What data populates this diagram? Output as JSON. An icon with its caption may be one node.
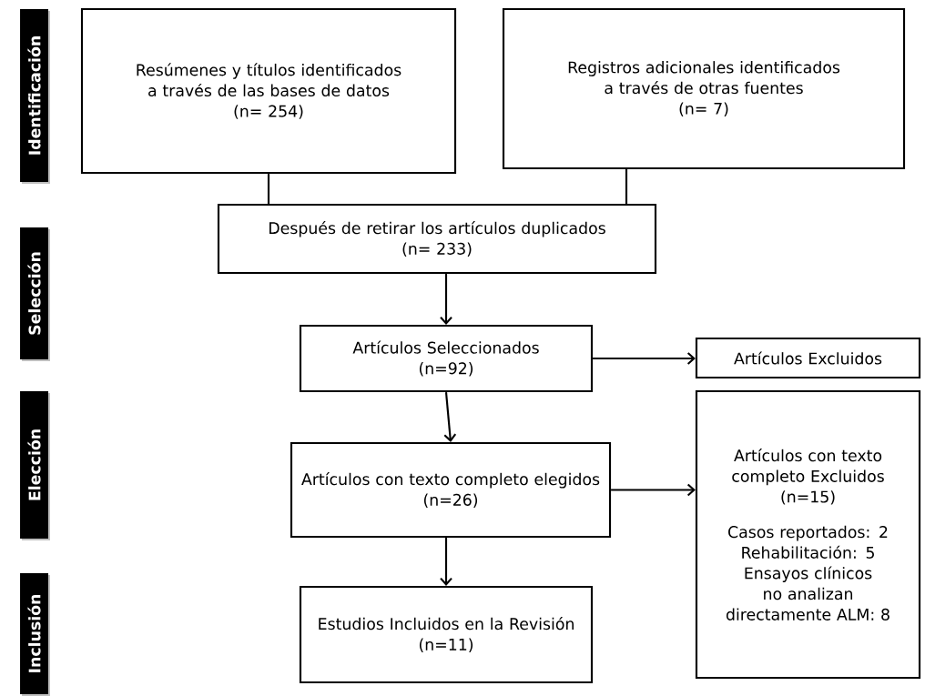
{
  "diagram": {
    "nodes": [
      {
        "text": [
          "Identificación"
        ]
      },
      {
        "text": [
          "Resúmenes y títulos identificados a través de las bases de datos",
          "(n= 254)"
        ]
      },
      {
        "text": [
          "Registros adicionales identificados a través de otras fuentes",
          "(n= 7)"
        ]
      },
      {
        "text": [
          "Después de retirar los artículos duplicados",
          "(n= 233)"
        ]
      },
      {
        "text": [
          "Selección"
        ]
      },
      {
        "text": [
          "Artículos Seleccionados",
          "(n=92)"
        ]
      },
      {
        "text": [
          "Artículos Excluidos"
        ]
      },
      {
        "text": [
          "Elección"
        ]
      },
      {
        "text": [
          "Artículos con texto completo elegidos",
          "(n=26)"
        ]
      },
      {
        "text": [
          "Artículos con texto completo Excluidos",
          "(n=15)",
          "Casos reportados: 2",
          "Rehabilitación: 5",
          "Ensayos clínicos no analizan directamente ALM: 8"
        ]
      },
      {
        "text": [
          "Inclusión"
        ]
      },
      {
        "text": [
          "Estudios Incluidos en la Revisión",
          "(n=11)"
        ]
      }
    ],
    "edges": [
      {
        "from": 1,
        "to": 3,
        "arrow": "none"
      },
      {
        "from": 2,
        "to": 3,
        "arrow": "none"
      },
      {
        "from": 3,
        "to": 5,
        "arrow": "to"
      },
      {
        "from": 5,
        "to": 6,
        "arrow": "to"
      },
      {
        "from": 5,
        "to": 8,
        "arrow": "to"
      },
      {
        "from": 8,
        "to": 9,
        "arrow": "to"
      },
      {
        "from": 8,
        "to": 11,
        "arrow": "to"
      }
    ]
  }
}
